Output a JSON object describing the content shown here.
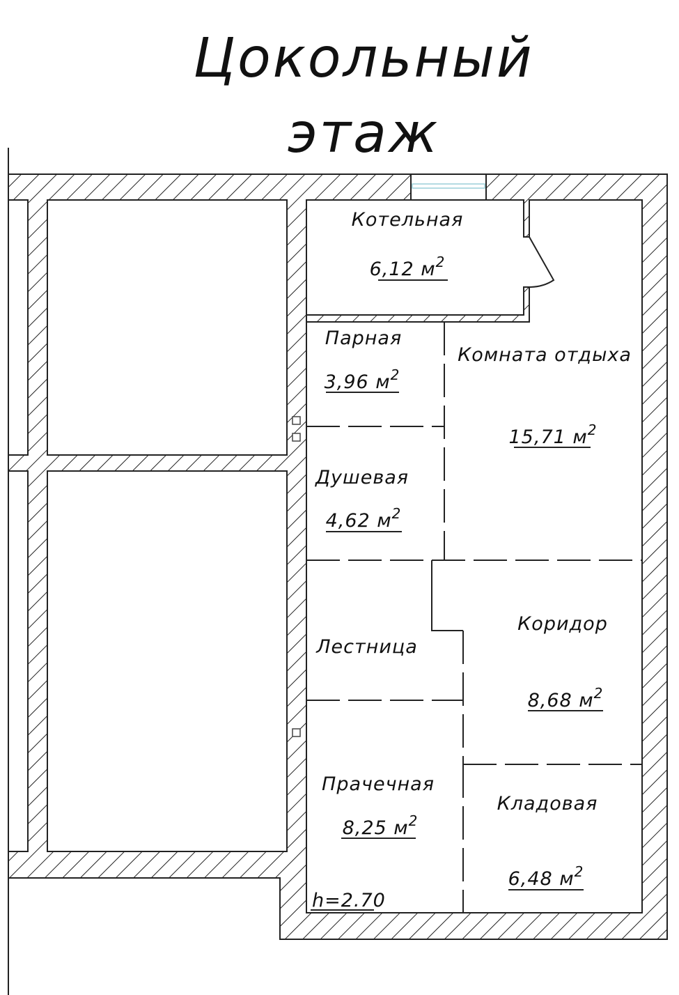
{
  "title": {
    "line1": "Цокольный",
    "line2": "этаж"
  },
  "rooms": [
    {
      "name": "Котельная",
      "area": "6,12 м",
      "sup": "2"
    },
    {
      "name": "Парная",
      "area": "3,96 м",
      "sup": "2"
    },
    {
      "name": "Комната отдыха",
      "area": "15,71 м",
      "sup": "2"
    },
    {
      "name": "Душевая",
      "area": "4,62 м",
      "sup": "2"
    },
    {
      "name": "Лестница"
    },
    {
      "name": "Коридор",
      "area": "8,68 м",
      "sup": "2"
    },
    {
      "name": "Прачечная",
      "area": "8,25 м",
      "sup": "2"
    },
    {
      "name": "Кладовая",
      "area": "6,48 м",
      "sup": "2"
    }
  ],
  "ceiling_height": "h=2.70",
  "colors": {
    "line": "#222222",
    "window": "#9ccfd8"
  }
}
